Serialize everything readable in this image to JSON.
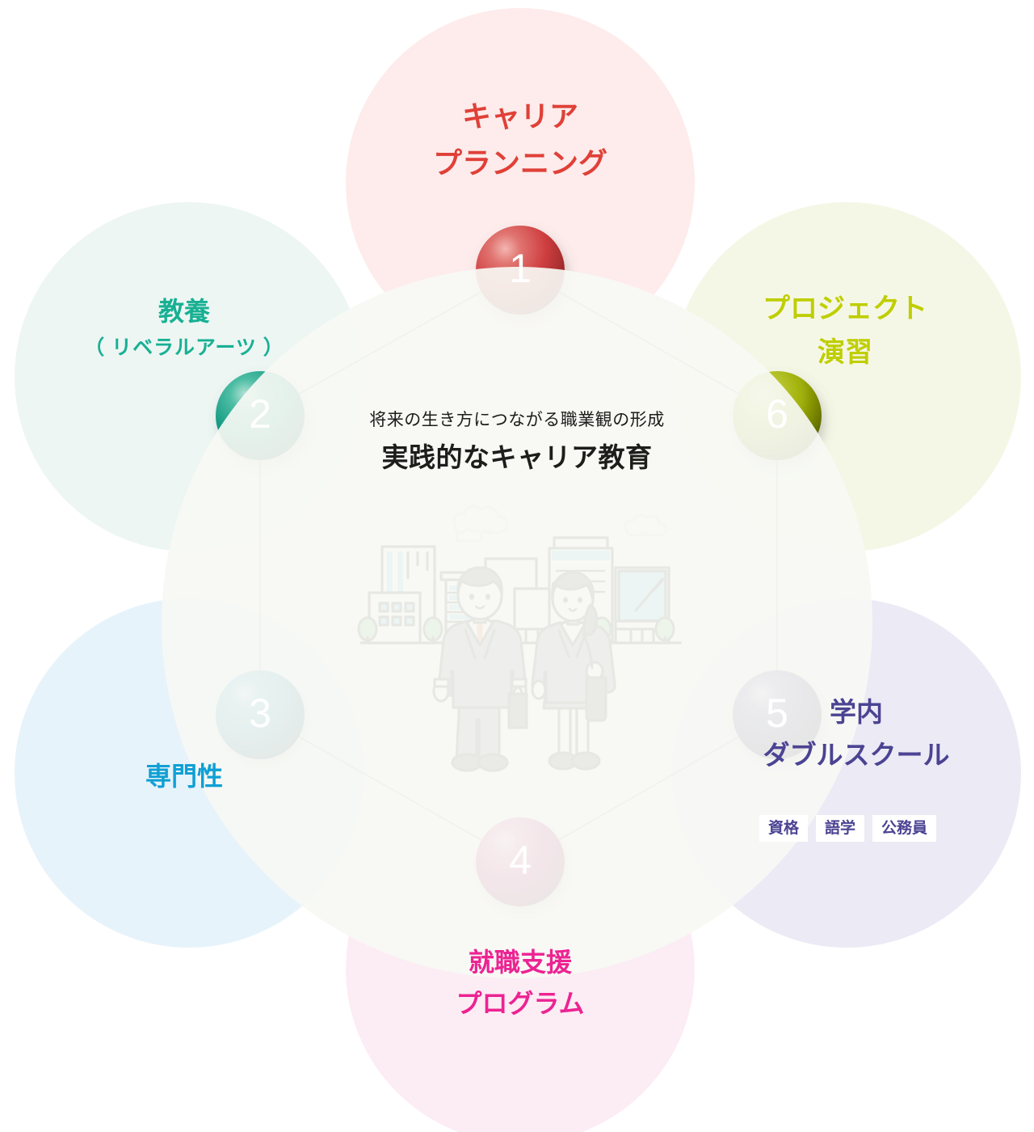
{
  "diagram": {
    "center": {
      "lead": "将来の生き方につながる職業観の形成",
      "title": "実践的なキャリア教育"
    },
    "illustration_name": "city-students-illustration",
    "nodes": [
      {
        "number": "1",
        "label_line1": "キャリア",
        "label_line2": "プランニング",
        "color": "#d9393f",
        "petal_color": "#fdeceb",
        "text_color": "#e04038"
      },
      {
        "number": "2",
        "label_line1": "教養",
        "label_line2": "（ リベラルアーツ ）",
        "color": "#17a085",
        "petal_color": "#edf6f3",
        "text_color": "#18b093"
      },
      {
        "number": "3",
        "label_line1": "専門性",
        "label_line2": "",
        "color": "#0e7fa6",
        "petal_color": "#e7f3fa",
        "text_color": "#0fa0d4"
      },
      {
        "number": "4",
        "label_line1": "就職支援",
        "label_line2": "プログラム",
        "color": "#c4157c",
        "petal_color": "#fcecf4",
        "text_color": "#ec2392"
      },
      {
        "number": "5",
        "label_line1": "学内",
        "label_line2": "ダブルスクール",
        "color": "#3b2f78",
        "petal_color": "#eceaf5",
        "text_color": "#4b4392"
      },
      {
        "number": "6",
        "label_line1": "プロジェクト",
        "label_line2": "演習",
        "color": "#a6b810",
        "petal_color": "#f5f7e6",
        "text_color": "#bfce00"
      }
    ],
    "badges": [
      "資格",
      "語学",
      "公務員"
    ],
    "line_color": "#9aa29a",
    "center_petal_color": "#f7f8f4"
  },
  "chart_data": {
    "type": "diagram",
    "title": "実践的なキャリア教育",
    "subtitle": "将来の生き方につながる職業観の形成",
    "layout": "hexagon",
    "categories": [
      "キャリアプランニング",
      "教養（ リベラルアーツ ）",
      "専門性",
      "就職支援プログラム",
      "学内ダブルスクール",
      "プロジェクト演習"
    ],
    "values": [
      1,
      2,
      3,
      4,
      5,
      6
    ],
    "annotations": [
      "資格",
      "語学",
      "公務員"
    ]
  }
}
